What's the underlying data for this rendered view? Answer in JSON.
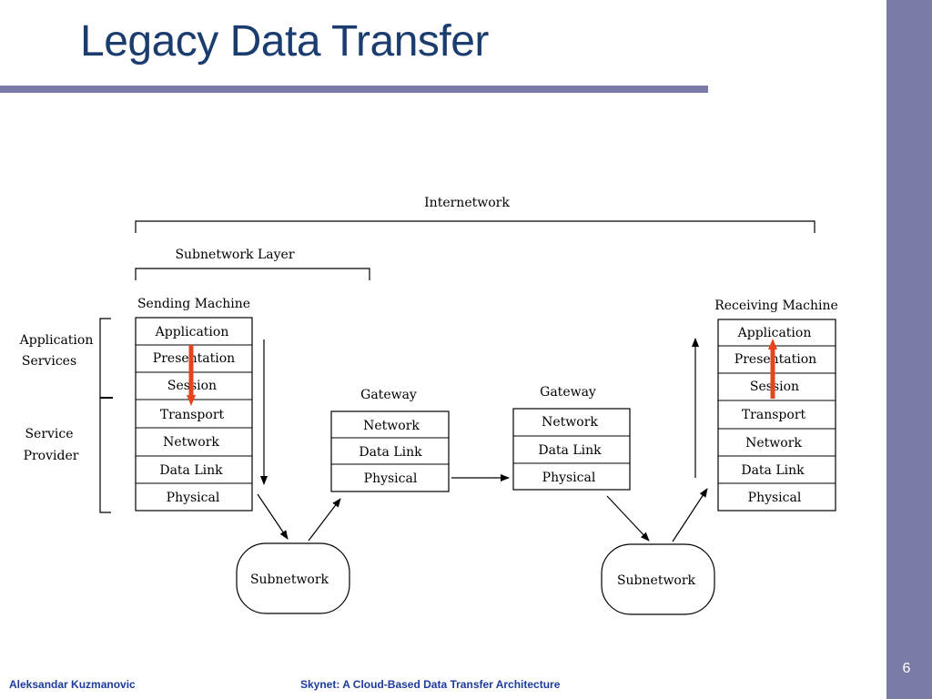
{
  "slide": {
    "title": "Legacy Data Transfer",
    "number": "6",
    "footer_author": "Aleksandar Kuzmanovic",
    "footer_talk": "Skynet: A Cloud-Based Data Transfer Architecture"
  },
  "diagram": {
    "internetwork_label": "Internetwork",
    "subnetwork_layer_label": "Subnetwork Layer",
    "sending_machine_label": "Sending Machine",
    "receiving_machine_label": "Receiving Machine",
    "application_services_label": [
      "Application",
      "Services"
    ],
    "service_provider_label": [
      "Service",
      "Provider"
    ],
    "osi_layers": [
      "Application",
      "Presentation",
      "Session",
      "Transport",
      "Network",
      "Data Link",
      "Physical"
    ],
    "gateway_label": "Gateway",
    "gateway_layers": [
      "Network",
      "Data Link",
      "Physical"
    ],
    "subnetwork_label": "Subnetwork",
    "highlight_color": "#e8431c"
  }
}
